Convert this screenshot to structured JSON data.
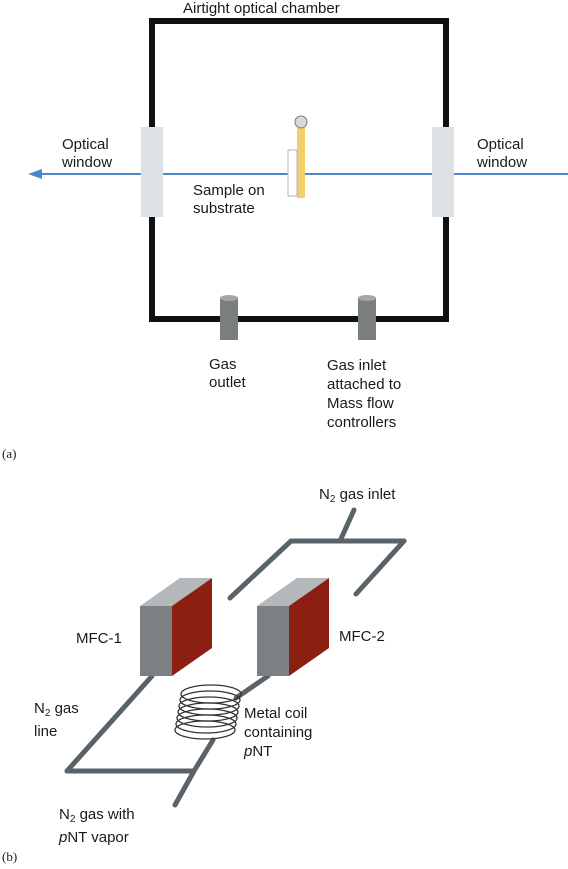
{
  "panel_a": {
    "tag": "(a)",
    "chamber_title": "Airtight optical chamber",
    "left_window": [
      "Optical",
      "window"
    ],
    "right_window": [
      "Optical",
      "window"
    ],
    "sample_label": [
      "Sample on",
      "substrate"
    ],
    "outlet_label": [
      "Gas",
      "outlet"
    ],
    "inlet_label": [
      "Gas inlet",
      "attached to",
      "Mass flow",
      "controllers"
    ],
    "colors": {
      "beam": "#4a86c8",
      "window": "#dde1e3",
      "substrate": "#f2cf6a",
      "port": "#7b7f7b",
      "frame": "#111111"
    }
  },
  "panel_b": {
    "tag": "(b)",
    "n2_inlet": {
      "pre": "N",
      "sub": "2",
      "post": " gas inlet"
    },
    "mfc1": "MFC-1",
    "mfc2": "MFC-2",
    "n2_line": {
      "pre": "N",
      "sub": "2",
      "post": " gas",
      "line2": "line"
    },
    "coil_label": {
      "line1": "Metal coil",
      "line2": "containing",
      "italic": "p",
      "rest": "NT"
    },
    "output_label": {
      "pre": "N",
      "sub": "2",
      "post": " gas with",
      "italic": "p",
      "rest": "NT vapor"
    },
    "colors": {
      "pipe": "#596368",
      "mfc_front": "#7a8084",
      "mfc_top": "#b4b8ba",
      "mfc_side": "#8c1f12"
    }
  }
}
